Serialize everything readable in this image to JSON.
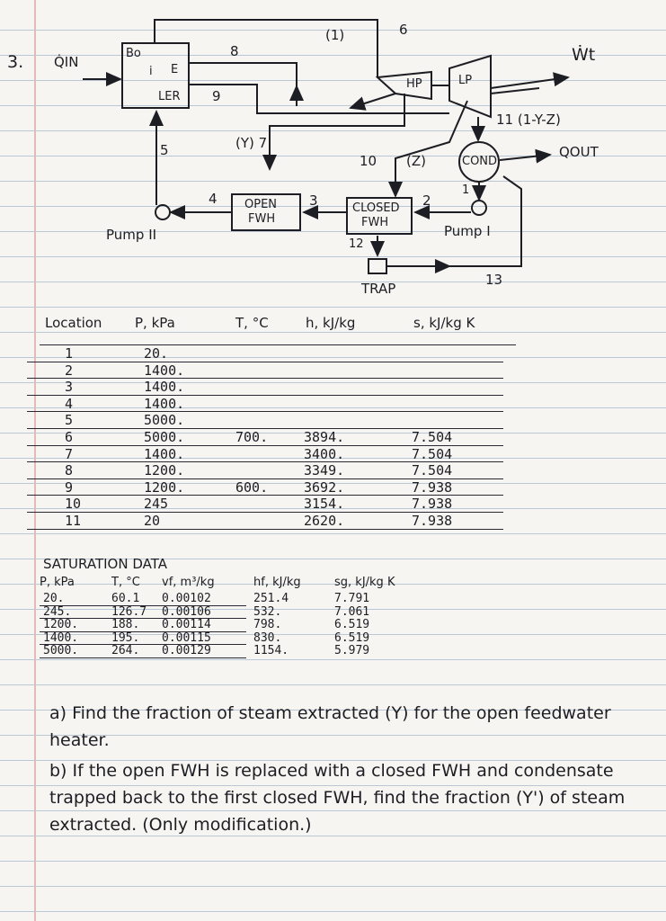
{
  "problem": {
    "number": "3.",
    "q_in": "Q̇IN",
    "w_t": "Ẇt",
    "q_out": "QOUT"
  },
  "diagram": {
    "boiler_label": [
      "Bo",
      "i",
      "LER",
      "E"
    ],
    "hp": "HP",
    "lp": "LP",
    "cond": "COND",
    "open_fwh": [
      "OPEN",
      "FWH"
    ],
    "closed_fwh": [
      "CLOSED",
      "FWH"
    ],
    "trap": "TRAP",
    "pump1": "Pump I",
    "pump2": "Pump II",
    "states": {
      "s1_top": "(1)",
      "s6": "6",
      "s8": "8",
      "s9": "9",
      "s7": "(Y) 7",
      "s5": "5",
      "s4": "4",
      "s3": "3",
      "s2": "2",
      "s10": "10",
      "sz": "(Z)",
      "s11": "11 (1-Y-Z)",
      "s1_pump": "1",
      "s12": "12",
      "s13": "13"
    }
  },
  "state_table": {
    "headers": [
      "Location",
      "P, kPa",
      "T, °C",
      "h, kJ/kg",
      "s, kJ/kg K"
    ],
    "rows": [
      [
        "1",
        "20.",
        "",
        "",
        ""
      ],
      [
        "2",
        "1400.",
        "",
        "",
        ""
      ],
      [
        "3",
        "1400.",
        "",
        "",
        ""
      ],
      [
        "4",
        "1400.",
        "",
        "",
        ""
      ],
      [
        "5",
        "5000.",
        "",
        "",
        ""
      ],
      [
        "6",
        "5000.",
        "700.",
        "3894.",
        "7.504"
      ],
      [
        "7",
        "1400.",
        "",
        "3400.",
        "7.504"
      ],
      [
        "8",
        "1200.",
        "",
        "3349.",
        "7.504"
      ],
      [
        "9",
        "1200.",
        "600.",
        "3692.",
        "7.938"
      ],
      [
        "10",
        "245",
        "",
        "3154.",
        "7.938"
      ],
      [
        "11",
        "20",
        "",
        "2620.",
        "7.938"
      ]
    ]
  },
  "saturation": {
    "title": "SATURATION DATA",
    "headers": [
      "P, kPa",
      "T, °C",
      "vf, m³/kg",
      "hf, kJ/kg",
      "sg, kJ/kg K"
    ],
    "rows": [
      [
        "20.",
        "60.1",
        "0.00102",
        "251.4",
        "7.791"
      ],
      [
        "245.",
        "126.7",
        "0.00106",
        "532.",
        "7.061"
      ],
      [
        "1200.",
        "188.",
        "0.00114",
        "798.",
        "6.519"
      ],
      [
        "1400.",
        "195.",
        "0.00115",
        "830.",
        "6.519"
      ],
      [
        "5000.",
        "264.",
        "0.00129",
        "1154.",
        "5.979"
      ]
    ]
  },
  "questions": {
    "a": "a) Find the fraction of steam extracted (Y) for the open feedwater heater.",
    "b": "b) If the open FWH is replaced with a closed FWH and condensate trapped back to the first closed FWH, find the fraction (Y') of steam extracted. (Only modification.)"
  }
}
